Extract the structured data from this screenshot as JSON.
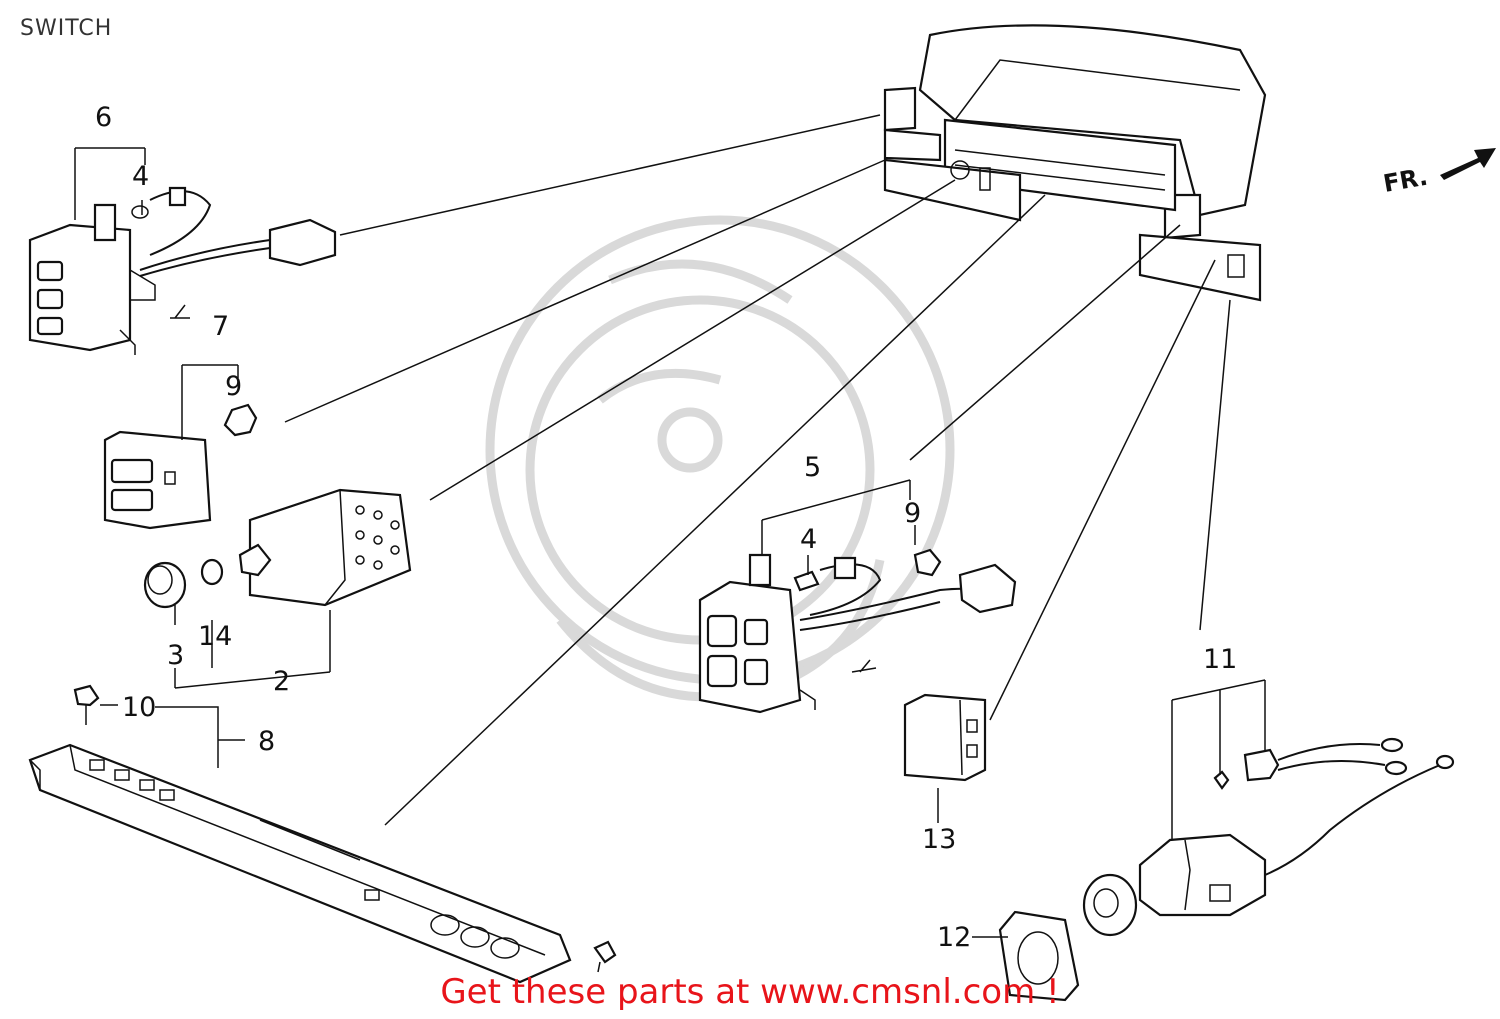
{
  "page": {
    "title": "SWITCH"
  },
  "footer": {
    "text": "Get these parts at www.cmsnl.com !"
  },
  "direction": {
    "label": "FR."
  },
  "callouts": [
    {
      "id": "c6",
      "text": "6"
    },
    {
      "id": "c4a",
      "text": "4"
    },
    {
      "id": "c7",
      "text": "7"
    },
    {
      "id": "c9a",
      "text": "9"
    },
    {
      "id": "c3",
      "text": "3"
    },
    {
      "id": "c14",
      "text": "14"
    },
    {
      "id": "c2",
      "text": "2"
    },
    {
      "id": "c10",
      "text": "10"
    },
    {
      "id": "c8",
      "text": "8"
    },
    {
      "id": "c5",
      "text": "5"
    },
    {
      "id": "c4b",
      "text": "4"
    },
    {
      "id": "c9b",
      "text": "9"
    },
    {
      "id": "c13",
      "text": "13"
    },
    {
      "id": "c11",
      "text": "11"
    },
    {
      "id": "c12",
      "text": "12"
    }
  ],
  "colors": {
    "footer": "#e8141a",
    "ink": "#111111",
    "watermark": "#d9d9d9"
  }
}
